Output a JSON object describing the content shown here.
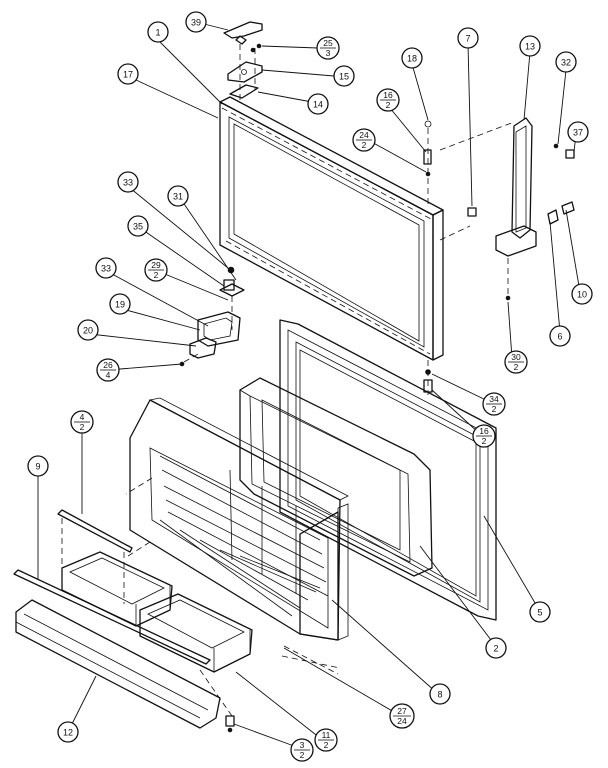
{
  "callouts": [
    {
      "id": "c39",
      "num": "39"
    },
    {
      "id": "c1",
      "num": "1"
    },
    {
      "id": "c17",
      "num": "17"
    },
    {
      "id": "c25",
      "num": "25",
      "den": "3"
    },
    {
      "id": "c15",
      "num": "15"
    },
    {
      "id": "c14",
      "num": "14"
    },
    {
      "id": "c18",
      "num": "18"
    },
    {
      "id": "c16a",
      "num": "16",
      "den": "2"
    },
    {
      "id": "c24",
      "num": "24",
      "den": "2"
    },
    {
      "id": "c7",
      "num": "7"
    },
    {
      "id": "c13",
      "num": "13"
    },
    {
      "id": "c32",
      "num": "32"
    },
    {
      "id": "c37",
      "num": "37"
    },
    {
      "id": "c33a",
      "num": "33"
    },
    {
      "id": "c31",
      "num": "31"
    },
    {
      "id": "c35",
      "num": "35"
    },
    {
      "id": "c29",
      "num": "29",
      "den": "2"
    },
    {
      "id": "c33b",
      "num": "33"
    },
    {
      "id": "c19",
      "num": "19"
    },
    {
      "id": "c20",
      "num": "20"
    },
    {
      "id": "c26",
      "num": "26",
      "den": "4"
    },
    {
      "id": "c10",
      "num": "10"
    },
    {
      "id": "c6",
      "num": "6"
    },
    {
      "id": "c30",
      "num": "30",
      "den": "2"
    },
    {
      "id": "c34",
      "num": "34",
      "den": "2"
    },
    {
      "id": "c16b",
      "num": "16",
      "den": "2"
    },
    {
      "id": "c4",
      "num": "4",
      "den": "2"
    },
    {
      "id": "c9",
      "num": "9"
    },
    {
      "id": "c5",
      "num": "5"
    },
    {
      "id": "c2",
      "num": "2"
    },
    {
      "id": "c8",
      "num": "8"
    },
    {
      "id": "c27",
      "num": "27",
      "den": "24"
    },
    {
      "id": "c12",
      "num": "12"
    },
    {
      "id": "c11",
      "num": "11",
      "den": "2"
    },
    {
      "id": "c3",
      "num": "3",
      "den": "2"
    }
  ]
}
